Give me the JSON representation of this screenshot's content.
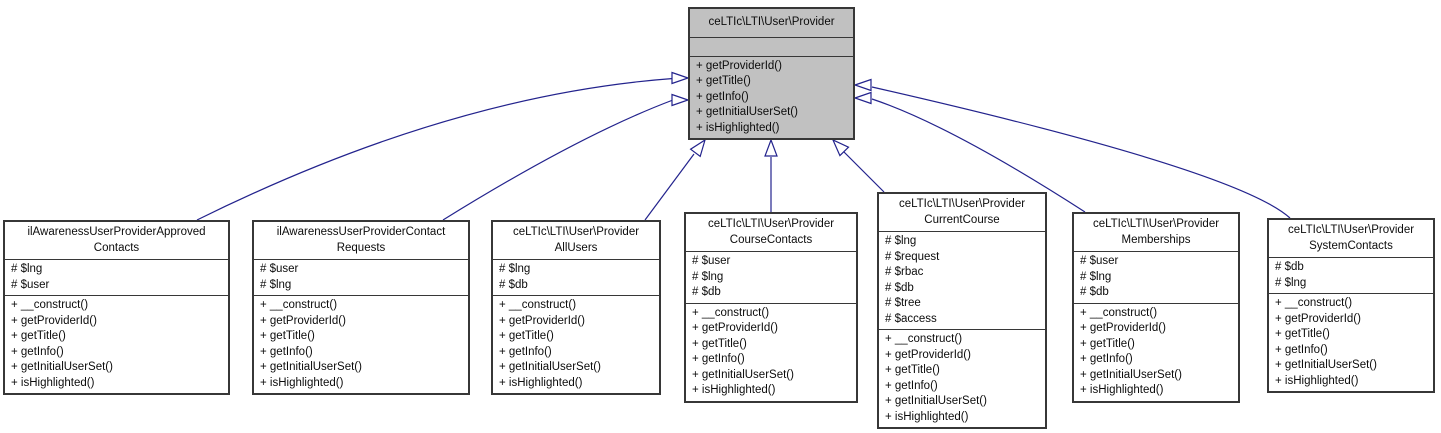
{
  "diagram": {
    "type": "uml-class-inheritance",
    "colors": {
      "background": "#ffffff",
      "node_fill": "#ffffff",
      "highlighted_node_fill": "#c1c1c1",
      "node_border": "#373737",
      "edge": "#23238d",
      "text": "#0c0c0c"
    },
    "classes": [
      {
        "id": "provider",
        "name": "ceLTIc\\LTI\\User\\Provider",
        "title_lines": [
          "ceLTIc\\LTI\\User\\Provider"
        ],
        "highlighted": true,
        "attributes": [],
        "methods": [
          "+ getProviderId()",
          "+ getTitle()",
          "+ getInfo()",
          "+ getInitialUserSet()",
          "+ isHighlighted()"
        ]
      },
      {
        "id": "approved-contacts",
        "name": "ilAwarenessUserProviderApprovedContacts",
        "title_lines": [
          "ilAwarenessUserProviderApproved",
          "Contacts"
        ],
        "highlighted": false,
        "attributes": [
          "# $lng",
          "# $user"
        ],
        "methods": [
          "+ __construct()",
          "+ getProviderId()",
          "+ getTitle()",
          "+ getInfo()",
          "+ getInitialUserSet()",
          "+ isHighlighted()"
        ]
      },
      {
        "id": "contact-requests",
        "name": "ilAwarenessUserProviderContactRequests",
        "title_lines": [
          "ilAwarenessUserProviderContact",
          "Requests"
        ],
        "highlighted": false,
        "attributes": [
          "# $user",
          "# $lng"
        ],
        "methods": [
          "+ __construct()",
          "+ getProviderId()",
          "+ getTitle()",
          "+ getInfo()",
          "+ getInitialUserSet()",
          "+ isHighlighted()"
        ]
      },
      {
        "id": "all-users",
        "name": "ceLTIc\\LTI\\User\\ProviderAllUsers",
        "title_lines": [
          "ceLTIc\\LTI\\User\\Provider",
          "AllUsers"
        ],
        "highlighted": false,
        "attributes": [
          "# $lng",
          "# $db"
        ],
        "methods": [
          "+ __construct()",
          "+ getProviderId()",
          "+ getTitle()",
          "+ getInfo()",
          "+ getInitialUserSet()",
          "+ isHighlighted()"
        ]
      },
      {
        "id": "course-contacts",
        "name": "ceLTIc\\LTI\\User\\ProviderCourseContacts",
        "title_lines": [
          "ceLTIc\\LTI\\User\\Provider",
          "CourseContacts"
        ],
        "highlighted": false,
        "attributes": [
          "# $user",
          "# $lng",
          "# $db"
        ],
        "methods": [
          "+ __construct()",
          "+ getProviderId()",
          "+ getTitle()",
          "+ getInfo()",
          "+ getInitialUserSet()",
          "+ isHighlighted()"
        ]
      },
      {
        "id": "current-course",
        "name": "ceLTIc\\LTI\\User\\ProviderCurrentCourse",
        "title_lines": [
          "ceLTIc\\LTI\\User\\Provider",
          "CurrentCourse"
        ],
        "highlighted": false,
        "attributes": [
          "# $lng",
          "# $request",
          "# $rbac",
          "# $db",
          "# $tree",
          "# $access"
        ],
        "methods": [
          "+ __construct()",
          "+ getProviderId()",
          "+ getTitle()",
          "+ getInfo()",
          "+ getInitialUserSet()",
          "+ isHighlighted()"
        ]
      },
      {
        "id": "memberships",
        "name": "ceLTIc\\LTI\\User\\ProviderMemberships",
        "title_lines": [
          "ceLTIc\\LTI\\User\\Provider",
          "Memberships"
        ],
        "highlighted": false,
        "attributes": [
          "# $user",
          "# $lng",
          "# $db"
        ],
        "methods": [
          "+ __construct()",
          "+ getProviderId()",
          "+ getTitle()",
          "+ getInfo()",
          "+ getInitialUserSet()",
          "+ isHighlighted()"
        ]
      },
      {
        "id": "system-contacts",
        "name": "ceLTIc\\LTI\\User\\ProviderSystemContacts",
        "title_lines": [
          "ceLTIc\\LTI\\User\\Provider",
          "SystemContacts"
        ],
        "highlighted": false,
        "attributes": [
          "# $db",
          "# $lng"
        ],
        "methods": [
          "+ __construct()",
          "+ getProviderId()",
          "+ getTitle()",
          "+ getInfo()",
          "+ getInitialUserSet()",
          "+ isHighlighted()"
        ]
      }
    ],
    "edges": [
      {
        "from": "approved-contacts",
        "to": "provider",
        "type": "inheritance"
      },
      {
        "from": "contact-requests",
        "to": "provider",
        "type": "inheritance"
      },
      {
        "from": "all-users",
        "to": "provider",
        "type": "inheritance"
      },
      {
        "from": "course-contacts",
        "to": "provider",
        "type": "inheritance"
      },
      {
        "from": "current-course",
        "to": "provider",
        "type": "inheritance"
      },
      {
        "from": "memberships",
        "to": "provider",
        "type": "inheritance"
      },
      {
        "from": "system-contacts",
        "to": "provider",
        "type": "inheritance"
      }
    ]
  }
}
